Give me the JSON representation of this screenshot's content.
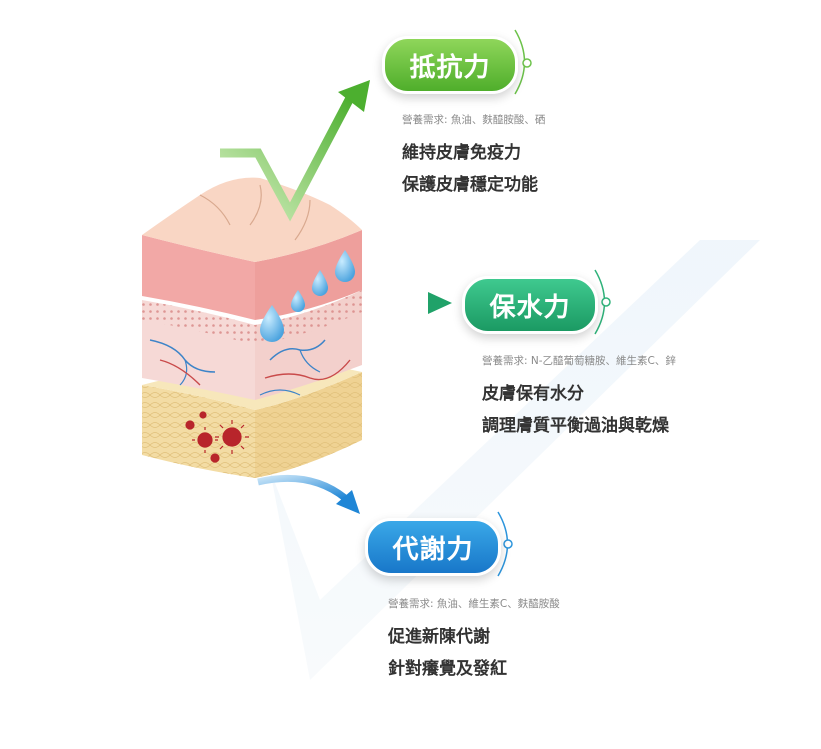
{
  "sections": [
    {
      "title": "抵抗力",
      "need": "營養需求: 魚油、麩醯胺酸、硒",
      "lines": [
        "維持皮膚免疫力",
        "保護皮膚穩定功能"
      ],
      "color": "#5cb833"
    },
    {
      "title": "保水力",
      "need": "營養需求: N-乙醯葡萄糖胺、維生素C、鋅",
      "lines": [
        "皮膚保有水分",
        "調理膚質平衡過油與乾燥"
      ],
      "color": "#22a36b"
    },
    {
      "title": "代謝力",
      "need": "營養需求: 魚油、維生素C、麩醯胺酸",
      "lines": [
        "促進新陳代謝",
        "針對癢覺及發紅"
      ],
      "color": "#1f86d6"
    }
  ]
}
